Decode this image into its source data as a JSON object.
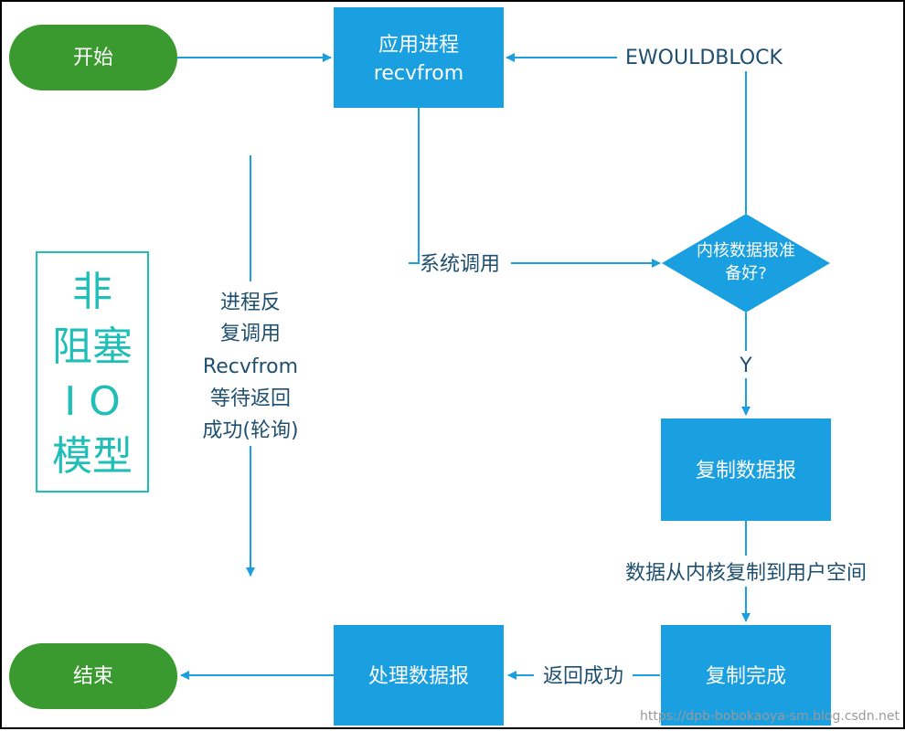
{
  "colors": {
    "terminal": "#3a9a2f",
    "process": "#1a9fe0",
    "arrow": "#1a9fe0",
    "label": "#1f4f6f",
    "title": "#1fbfb8"
  },
  "nodes": {
    "start": "开始",
    "app_process": [
      "应用进程",
      "recvfrom"
    ],
    "decision": [
      "内核数据报准",
      "备好?"
    ],
    "copy_datagram": "复制数据报",
    "copy_done": "复制完成",
    "process_datagram": "处理数据报",
    "end": "结束"
  },
  "labels": {
    "ewouldblock": "EWOULDBLOCK",
    "syscall": "系统调用",
    "yes": "Y",
    "copy_kernel_to_user": "数据从内核复制到用户空间",
    "return_success": "返回成功",
    "polling": [
      "进程反",
      "复调用",
      "Recvfrom",
      "等待返回",
      "成功(轮询)"
    ]
  },
  "title": [
    "非",
    "阻塞",
    "I O",
    "模型"
  ],
  "watermark": "https://dpb-bobokaoya-sm.blog.csdn.net"
}
